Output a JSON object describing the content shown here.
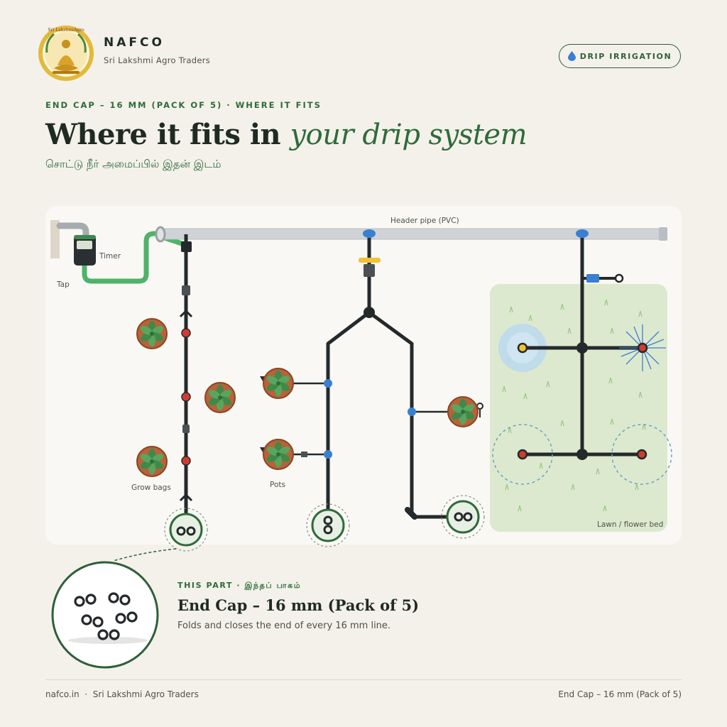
{
  "brand": {
    "name": "NAFCO",
    "subtitle": "Sri Lakshmi Agro Traders",
    "logo_text": "Sri LakshmiAgro"
  },
  "badge": {
    "label": "DRIP IRRIGATION",
    "icon": "water-drop-icon"
  },
  "hero": {
    "eyebrow": "END CAP – 16 MM (PACK OF 5) · WHERE IT FITS",
    "headline_plain": "Where it fits in",
    "headline_emph": "your drip system",
    "tamil": "சொட்டு நீர் அமைப்பில் இதன் இடம்"
  },
  "diagram": {
    "labels": {
      "header": "Header pipe (PVC)",
      "timer": "Timer",
      "tap": "Tap",
      "grow_bags": "Grow bags",
      "pots": "Pots",
      "lawn": "Lawn / flower bed"
    }
  },
  "part": {
    "eyebrow": "THIS PART · இந்தப் பாகம்",
    "title": "End Cap – 16 mm (Pack of 5)",
    "description": "Folds and closes the end of every 16 mm line."
  },
  "footer": {
    "site": "nafco.in",
    "company": "Sri Lakshmi Agro Traders",
    "product": "End Cap – 16 mm (Pack of 5)"
  },
  "colors": {
    "primary_green": "#2f6b3b",
    "pipe": "#24292b",
    "header_pipe": "#cfd3d6",
    "supply_hose": "#4fb36a",
    "emitter": "#d33b2e",
    "joint": "#3a7fd1",
    "valve": "#f2c230",
    "lawn": "#dde9cf"
  }
}
